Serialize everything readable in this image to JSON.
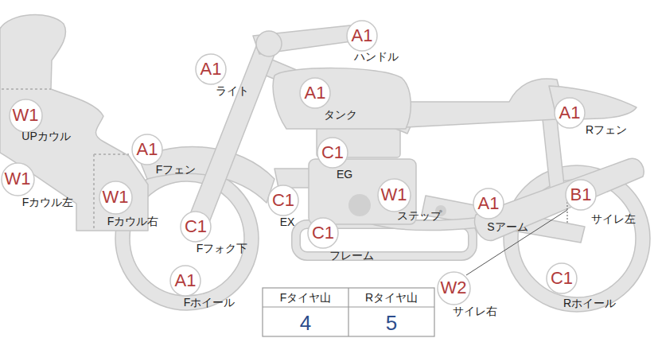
{
  "diagram": {
    "nodes": [
      {
        "text": [
          "A1",
          "ハンドル"
        ]
      },
      {
        "text": [
          "A1",
          "ライト"
        ]
      },
      {
        "text": [
          "A1",
          "タンク"
        ]
      },
      {
        "text": [
          "W1",
          "UPカウル"
        ]
      },
      {
        "text": [
          "A1",
          "Rフェン"
        ]
      },
      {
        "text": [
          "C1",
          "EG"
        ]
      },
      {
        "text": [
          "A1",
          "Fフェン"
        ]
      },
      {
        "text": [
          "W1",
          "Fカウル左"
        ]
      },
      {
        "text": [
          "W1",
          "Fカウル右"
        ]
      },
      {
        "text": [
          "C1",
          "EX"
        ]
      },
      {
        "text": [
          "W1",
          "ステップ"
        ]
      },
      {
        "text": [
          "A1",
          "Sアーム"
        ]
      },
      {
        "text": [
          "B1",
          "サイレ左"
        ]
      },
      {
        "text": [
          "C1",
          "Fフォク下"
        ]
      },
      {
        "text": [
          "C1",
          "フレーム"
        ]
      },
      {
        "text": [
          "W2",
          "サイレ右"
        ]
      },
      {
        "text": [
          "A1",
          "Fホイール"
        ]
      },
      {
        "text": [
          "C1",
          "Rホイール"
        ]
      }
    ],
    "labels": [
      "Fタイヤ山",
      "Rタイヤ山",
      "4",
      "5"
    ]
  }
}
